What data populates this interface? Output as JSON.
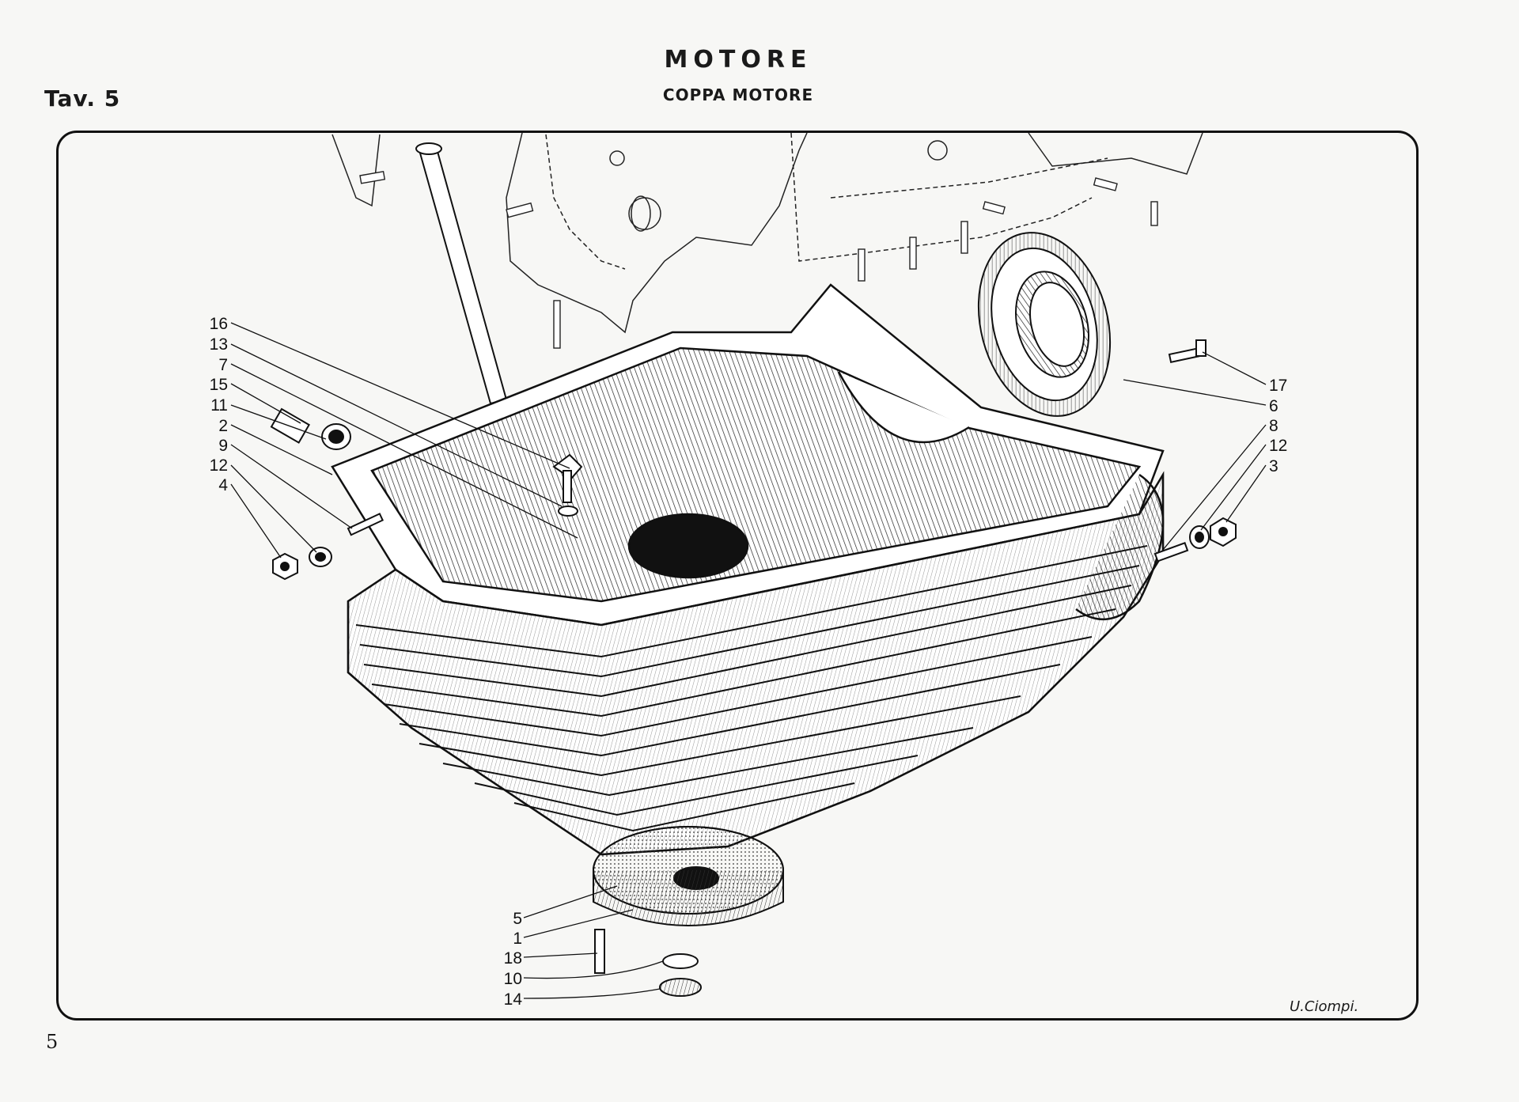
{
  "header": {
    "plate": "Tav. 5",
    "title": "MOTORE",
    "subtitle": "COPPA MOTORE"
  },
  "footer": {
    "page_number": "5",
    "signature": "U.Ciompi."
  },
  "callouts": {
    "left": [
      "16",
      "13",
      "7",
      "15",
      "11",
      "2",
      "9",
      "12",
      "4"
    ],
    "right": [
      "17",
      "6",
      "8",
      "12",
      "3"
    ],
    "bottom": [
      "5",
      "1",
      "18",
      "10",
      "14"
    ]
  }
}
